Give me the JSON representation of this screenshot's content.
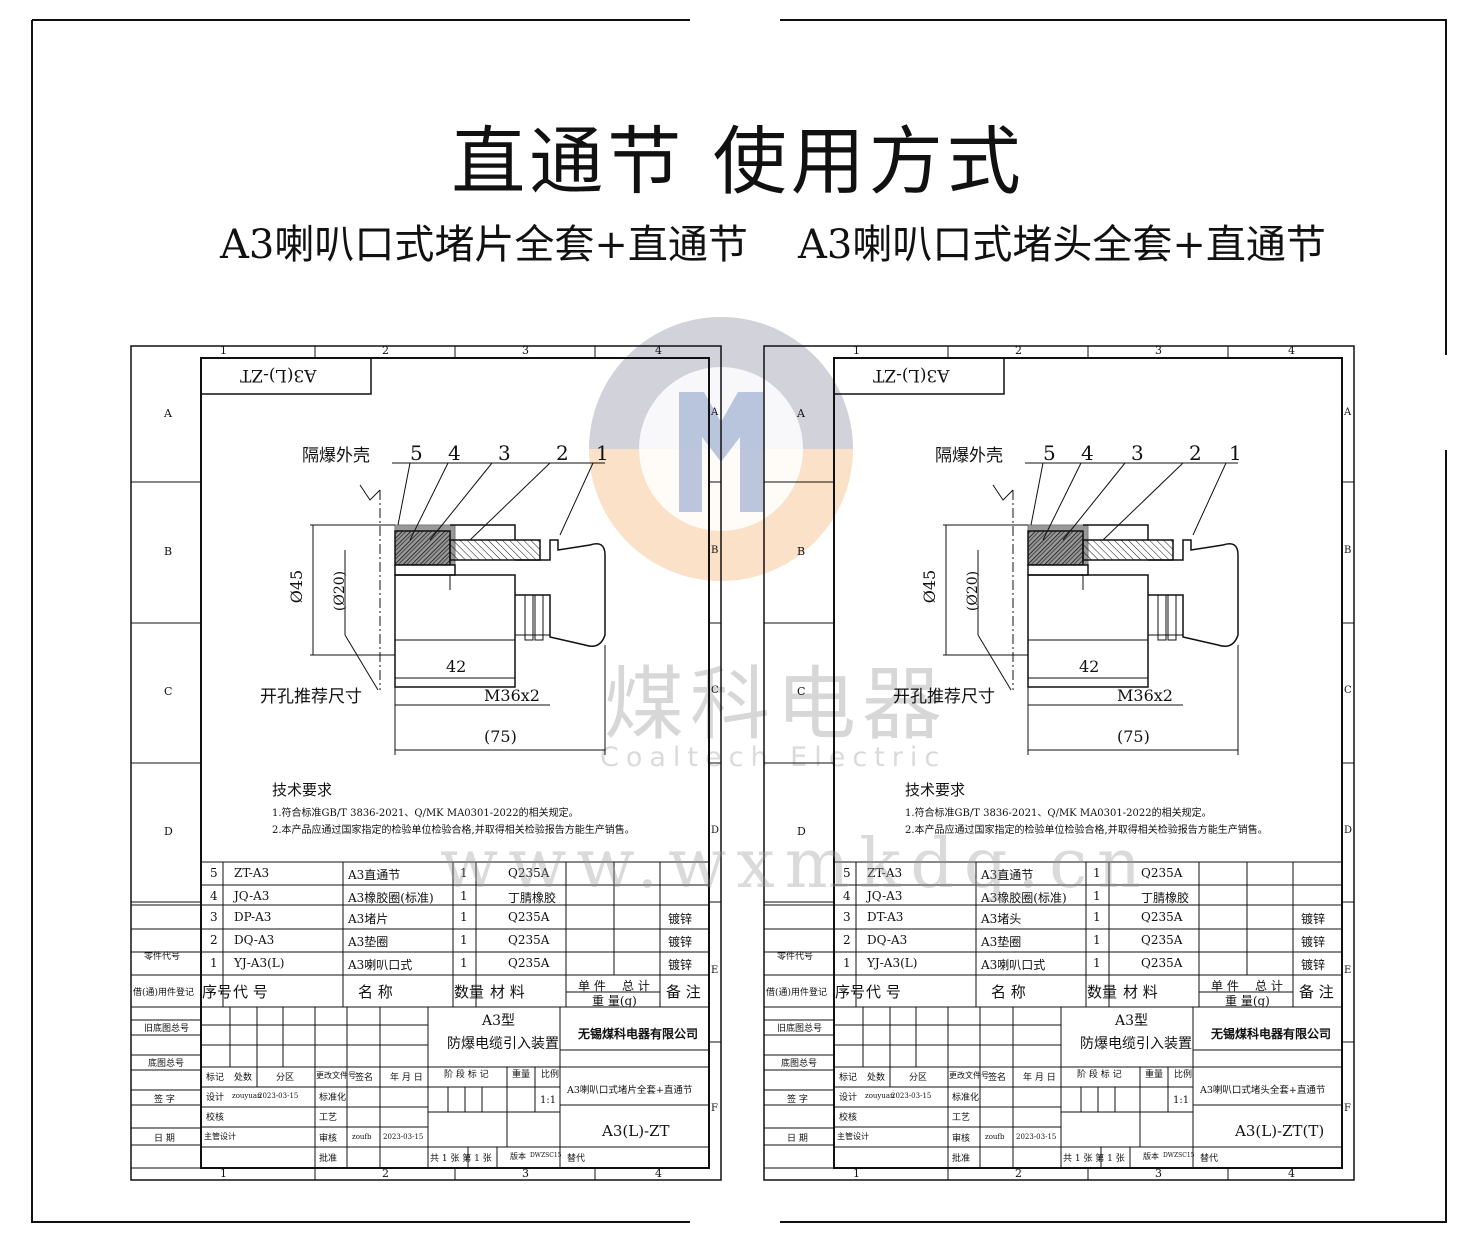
{
  "main_title": "直通节 使用方式",
  "subtitles": [
    "A3喇叭口式堵片全套+直通节",
    "A3喇叭口式堵头全套+直通节"
  ],
  "watermark": {
    "cn": "煤科电器",
    "en": "Coaltech Electric",
    "url": "www.wxmkdq.cn"
  },
  "grid": {
    "cols": [
      "1",
      "2",
      "3",
      "4"
    ],
    "rows": [
      "A",
      "B",
      "C",
      "D",
      "E",
      "F"
    ]
  },
  "sheets": [
    {
      "stamp": "A3(L)-ZT",
      "callouts": {
        "housing": "隔爆外壳",
        "nums": [
          "5",
          "4",
          "3",
          "2",
          "1"
        ],
        "hole": "开孔推荐尺寸"
      },
      "dims": {
        "d45": "Ø45",
        "d20": "(Ø20)",
        "len42": "42",
        "thread": "M36x2",
        "len75": "(75)"
      },
      "tech": {
        "title": "技术要求",
        "line1": "1.符合标准GB/T 3836-2021、Q/MK MA0301-2022的相关规定。",
        "line2": "2.本产品应通过国家指定的检验单位检验合格,并取得相关检验报告方能生产销售。"
      },
      "bom": [
        {
          "no": "5",
          "code": "ZT-A3",
          "name": "A3直通节",
          "qty": "1",
          "mat": "Q235A",
          "note": ""
        },
        {
          "no": "4",
          "code": "JQ-A3",
          "name": "A3橡胶圈(标准)",
          "qty": "1",
          "mat": "丁腈橡胶",
          "note": ""
        },
        {
          "no": "3",
          "code": "DP-A3",
          "name": "A3堵片",
          "qty": "1",
          "mat": "Q235A",
          "note": "镀锌"
        },
        {
          "no": "2",
          "code": "DQ-A3",
          "name": "A3垫圈",
          "qty": "1",
          "mat": "Q235A",
          "note": "镀锌"
        },
        {
          "no": "1",
          "code": "YJ-A3(L)",
          "name": "A3喇叭口式",
          "qty": "1",
          "mat": "Q235A",
          "note": "镀锌"
        }
      ],
      "title_block": {
        "product": "A3型",
        "product_name": "防爆电缆引入装置",
        "company": "无锡煤科电器有限公司",
        "scale": "1:1",
        "drawing_name": "A3喇叭口式堵片全套+直通节",
        "drawing_no": "A3(L)-ZT",
        "designer": "zouyuan",
        "design_date": "2023-03-15",
        "approver": "zoufb",
        "approve_date": "2023-03-15",
        "version_val": "DWZSC15"
      }
    },
    {
      "stamp": "A3(L)-ZT",
      "callouts": {
        "housing": "隔爆外壳",
        "nums": [
          "5",
          "4",
          "3",
          "2",
          "1"
        ],
        "hole": "开孔推荐尺寸"
      },
      "dims": {
        "d45": "Ø45",
        "d20": "(Ø20)",
        "len42": "42",
        "thread": "M36x2",
        "len75": "(75)"
      },
      "tech": {
        "title": "技术要求",
        "line1": "1.符合标准GB/T 3836-2021、Q/MK MA0301-2022的相关规定。",
        "line2": "2.本产品应通过国家指定的检验单位检验合格,并取得相关检验报告方能生产销售。"
      },
      "bom": [
        {
          "no": "5",
          "code": "ZT-A3",
          "name": "A3直通节",
          "qty": "1",
          "mat": "Q235A",
          "note": ""
        },
        {
          "no": "4",
          "code": "JQ-A3",
          "name": "A3橡胶圈(标准)",
          "qty": "1",
          "mat": "丁腈橡胶",
          "note": ""
        },
        {
          "no": "3",
          "code": "DT-A3",
          "name": "A3堵头",
          "qty": "1",
          "mat": "Q235A",
          "note": "镀锌"
        },
        {
          "no": "2",
          "code": "DQ-A3",
          "name": "A3垫圈",
          "qty": "1",
          "mat": "Q235A",
          "note": "镀锌"
        },
        {
          "no": "1",
          "code": "YJ-A3(L)",
          "name": "A3喇叭口式",
          "qty": "1",
          "mat": "Q235A",
          "note": "镀锌"
        }
      ],
      "title_block": {
        "product": "A3型",
        "product_name": "防爆电缆引入装置",
        "company": "无锡煤科电器有限公司",
        "scale": "1:1",
        "drawing_name": "A3喇叭口式堵头全套+直通节",
        "drawing_no": "A3(L)-ZT(T)",
        "designer": "zouyuan",
        "design_date": "2023-03-15",
        "approver": "zoufb",
        "approve_date": "2023-03-15",
        "version_val": "DWZSC15"
      }
    }
  ],
  "labels": {
    "bom_header": {
      "no": "序号",
      "code": "代 号",
      "name": "名 称",
      "qty": "数量",
      "mat": "材 料",
      "unit": "单 件",
      "total": "总 计",
      "weight": "重 量(g)",
      "note": "备 注"
    },
    "side": [
      "零件代号",
      "借(通)用件登记",
      "旧底图总号",
      "底图总号",
      "签 字",
      "日 期"
    ],
    "tb": {
      "mark": "标记",
      "count": "处数",
      "zone": "分区",
      "doc": "更改文件号",
      "sign": "签名",
      "date": "年 月 日",
      "design": "设计",
      "standard": "标准化",
      "stage": "阶 段 标 记",
      "weight": "重量",
      "scale": "比例",
      "check": "校核",
      "process": "工艺",
      "lead": "主管设计",
      "review": "审核",
      "approve": "批准",
      "sheets": "共 1 张 第 1 张",
      "version": "版本",
      "replace": "替代"
    }
  }
}
